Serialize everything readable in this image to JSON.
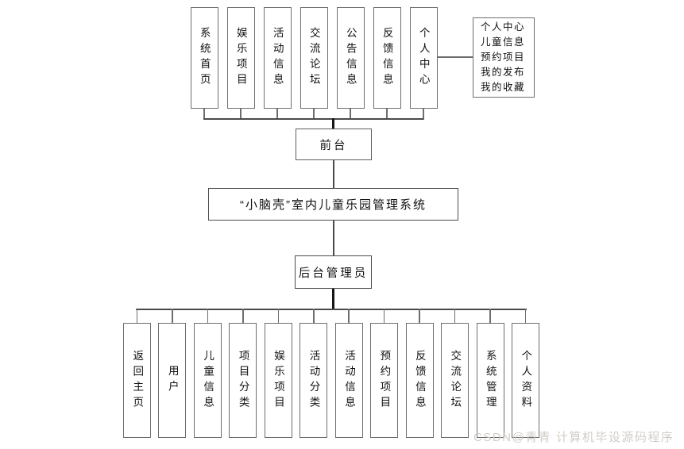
{
  "diagram": {
    "title": "“小脑壳”室内儿童乐园管理系统",
    "front": {
      "label": "前台",
      "modules": [
        "系统首页",
        "娱乐项目",
        "活动信息",
        "交流论坛",
        "公告信息",
        "反馈信息",
        "个人中心"
      ]
    },
    "personal_center_panel": {
      "lines": [
        "个人中心",
        "儿童信息",
        "预约项目",
        "我的发布",
        "我的收藏"
      ]
    },
    "backend": {
      "label": "后台管理员",
      "modules": [
        "返回主页",
        "用户",
        "儿童信息",
        "项目分类",
        "娱乐项目",
        "活动分类",
        "活动信息",
        "预约项目",
        "反馈信息",
        "交流论坛",
        "系统管理",
        "个人资料"
      ]
    }
  },
  "watermark": {
    "text": "CSDN@青青  计算机毕设源码程序"
  },
  "colors": {
    "background": "#ffffff",
    "box_border": "#6e6e6e",
    "connector": "#4a4a4a",
    "text": "#111111",
    "watermark": "#d2ccc7"
  }
}
